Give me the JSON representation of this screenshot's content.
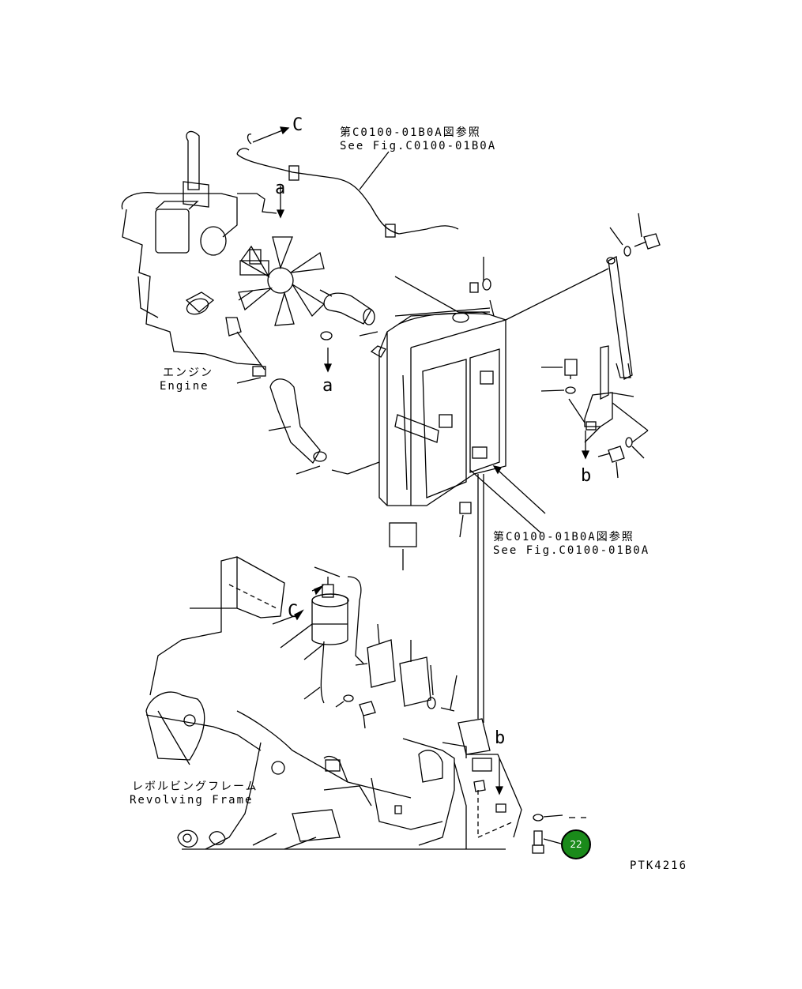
{
  "labels": {
    "ref_top_jp": "第C0100-01B0A図参照",
    "ref_top_en": "See Fig.C0100-01B0A",
    "ref_mid_jp": "第C0100-01B0A図参照",
    "ref_mid_en": "See Fig.C0100-01B0A",
    "engine_jp": "エンジン",
    "engine_en": "Engine",
    "frame_jp": "レボルビングフレーム",
    "frame_en": "Revolving Frame",
    "figure_code": "PTK4216",
    "marker_c_top": "C",
    "marker_c_mid": "C",
    "marker_a_top": "a",
    "marker_a_mid": "a",
    "marker_b_right": "b",
    "marker_b_bottom": "b"
  },
  "callout": {
    "number": "22",
    "color": "#1a8a1a"
  }
}
